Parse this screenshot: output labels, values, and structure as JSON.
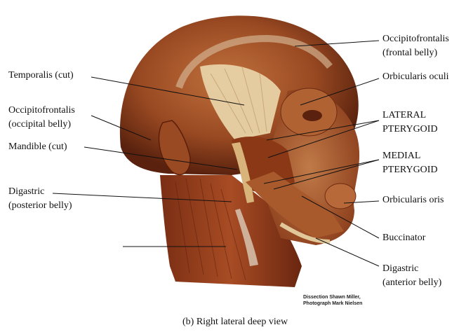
{
  "labels": {
    "temporalis": "Temporalis (cut)",
    "occipitofrontalis_occipital": "Occipitofrontalis\n(occipital belly)",
    "mandible": "Mandible (cut)",
    "digastric_posterior": "Digastric\n(posterior belly)",
    "occipitofrontalis_frontal": "Occipitofrontalis\n(frontal belly)",
    "orbicularis_oculi": "Orbicularis oculi",
    "lateral_pterygoid": "LATERAL\nPTERYGOID",
    "medial_pterygoid": "MEDIAL\nPTERYGOID",
    "orbicularis_oris": "Orbicularis oris",
    "buccinator": "Buccinator",
    "digastric_anterior": "Digastric\n(anterior belly)"
  },
  "credit": "Dissection Shawn Miller,\nPhotograph Mark Nielsen",
  "caption": "(b) Right lateral deep view",
  "colors": {
    "muscle_dark": "#6e2a12",
    "muscle_mid": "#a24a22",
    "muscle_light": "#c98a5a",
    "tendon": "#e8d2a6",
    "leader_line": "#111111"
  }
}
